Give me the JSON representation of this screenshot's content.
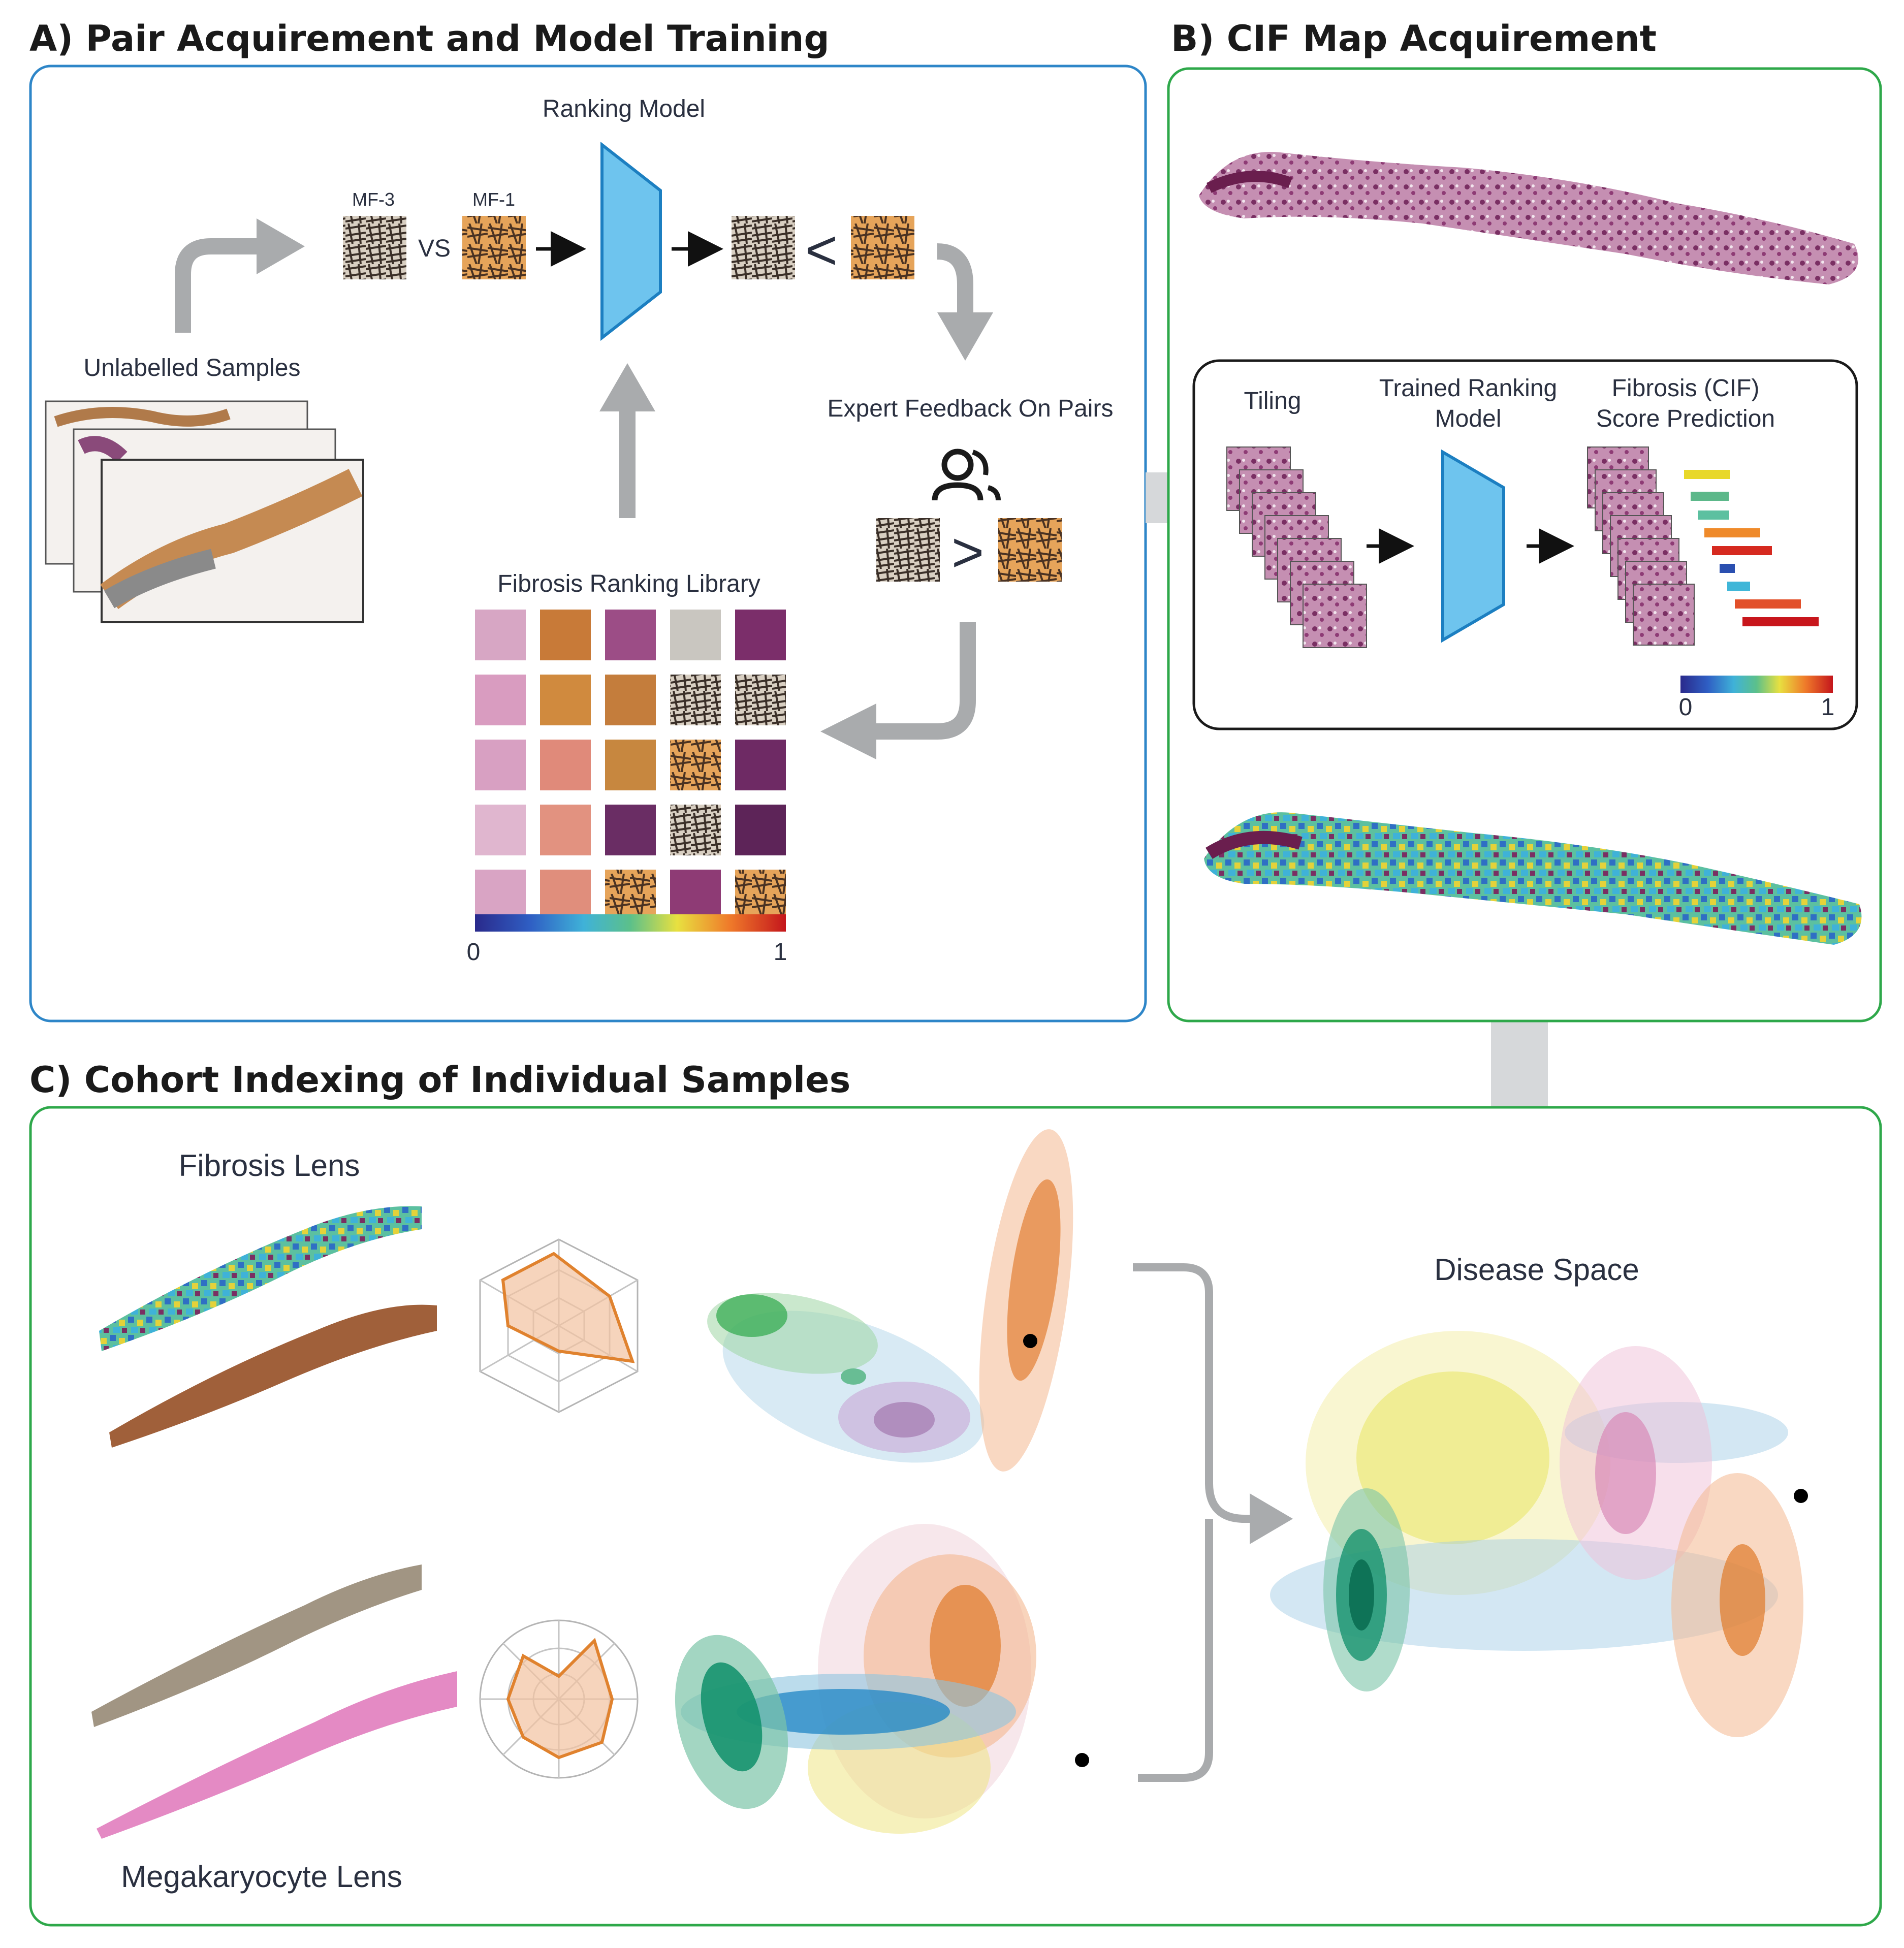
{
  "panel_a": {
    "title": "A) Pair Acquirement and Model Training",
    "ranking_model": "Ranking Model",
    "mf3": "MF-3",
    "mf1": "MF-1",
    "vs": "VS",
    "unlabelled": "Unlabelled Samples",
    "expert_feedback": "Expert Feedback On Pairs",
    "library": "Fibrosis Ranking Library",
    "less_than": "<",
    "greater_than": ">",
    "scale_min": "0",
    "scale_max": "1"
  },
  "panel_b": {
    "title": "B) CIF Map Acquirement",
    "tiling": "Tiling",
    "trained_line1": "Trained Ranking",
    "trained_line2": "Model",
    "fibrosis_line1": "Fibrosis (CIF)",
    "fibrosis_line2": "Score Prediction",
    "scale_min": "0",
    "scale_max": "1"
  },
  "panel_c": {
    "title": "C) Cohort Indexing of Individual Samples",
    "fibrosis_lens": "Fibrosis Lens",
    "megakaryocyte_lens": "Megakaryocyte Lens",
    "disease_space": "Disease Space"
  },
  "colors": {
    "panel_a_border": "#2e86c8",
    "panel_bc_border": "#2ea84a",
    "model_fill": "#6ec4ee",
    "model_stroke": "#1c7fc1",
    "arrow_gray": "#a9abad",
    "radar_orange": "#e0822e",
    "green": "#0f8f6a",
    "blue": "#1f86c6",
    "orange": "#e07a2a",
    "yellow": "#e4e03a",
    "purple": "#9b6aa6",
    "pink": "#d98ab8"
  }
}
